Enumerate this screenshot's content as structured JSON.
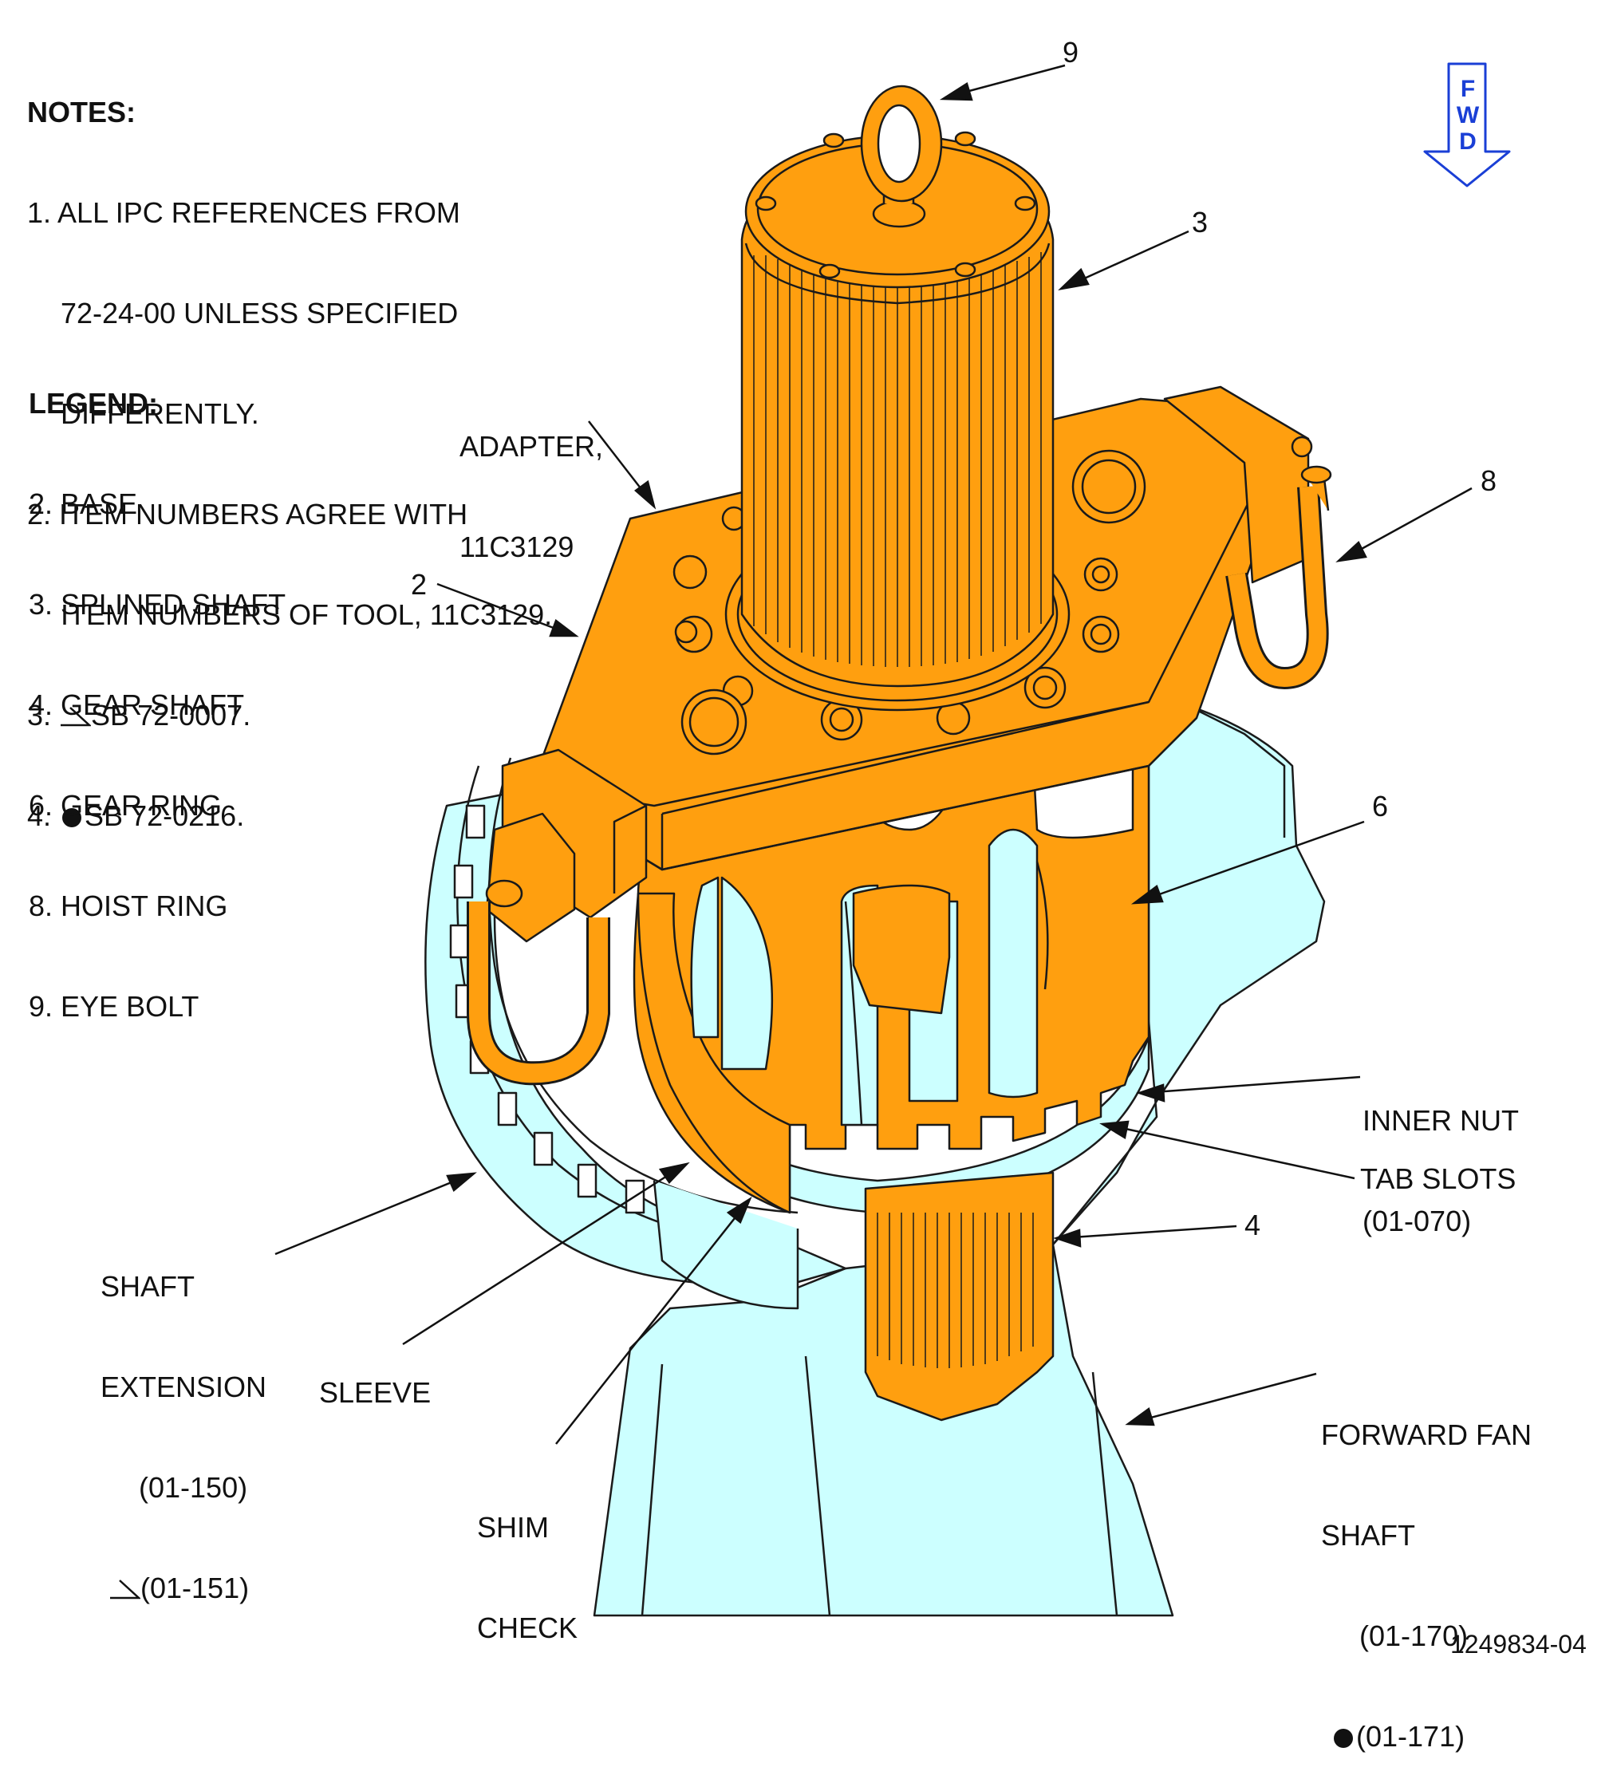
{
  "notes": {
    "heading": "NOTES:",
    "items": [
      {
        "num": "1.",
        "lines": [
          "ALL IPC REFERENCES FROM",
          "72-24-00 UNLESS SPECIFIED",
          "DIFFERENTLY."
        ]
      },
      {
        "num": "2.",
        "lines": [
          "ITEM NUMBERS AGREE WITH",
          "ITEM NUMBERS OF TOOL, 11C3129."
        ]
      },
      {
        "num": "3.",
        "symbol": "triangle",
        "text": "SB 72-0007."
      },
      {
        "num": "4.",
        "symbol": "dot",
        "text": "SB 72-0216."
      }
    ]
  },
  "legend": {
    "heading": "LEGEND:",
    "items": [
      "2. BASE",
      "3. SPLINED SHAFT",
      "4. GEAR SHAFT",
      "6. GEAR RING",
      "8. HOIST RING",
      "9. EYE BOLT"
    ]
  },
  "fwd_arrow": {
    "letters": [
      "F",
      "W",
      "D"
    ],
    "color": "#1a3fd6"
  },
  "callouts": {
    "item9": "9",
    "item3": "3",
    "item8": "8",
    "item2": "2",
    "item6": "6",
    "item4": "4",
    "adapter": [
      "ADAPTER,",
      "11C3129"
    ],
    "inner_nut": [
      "INNER NUT",
      "(01-070)"
    ],
    "tab_slots": "TAB SLOTS",
    "shaft_extension": [
      "SHAFT",
      "EXTENSION",
      "(01-150)",
      "(01-151)"
    ],
    "sleeve": "SLEEVE",
    "shim_check": [
      "SHIM",
      "CHECK"
    ],
    "forward_fan_shaft": [
      "FORWARD FAN",
      "SHAFT",
      "(01-170)",
      "(01-171)"
    ]
  },
  "figure_id": "1249834-04",
  "colors": {
    "tool": "#ff9f0f",
    "engine": "#ccffff",
    "outline": "#1a1a1a",
    "fwd": "#1a3fd6"
  }
}
